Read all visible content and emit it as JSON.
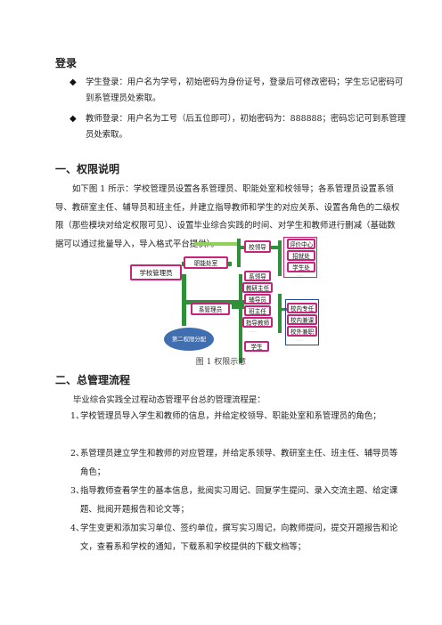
{
  "login": {
    "heading": "登录",
    "bullets": [
      {
        "marker": "◆",
        "text": "学生登录：用户名为学号，初始密码为身份证号，登录后可修改密码；学生忘记密码可到系管理员处索取。"
      },
      {
        "marker": "◆",
        "text": "教师登录：用户名为工号（后五位即可），初始密码为：888888；密码忘记可到系管理员处索取。"
      }
    ]
  },
  "section1": {
    "heading": "一、权限说明",
    "paragraph": "如下图 1 所示：学校管理员设置各系管理员、职能处室和校领导；各系管理员设置系领导、教研室主任、辅导员和班主任，并建立指导教师和学生的对应关系、设置各角色的二级权限（那些模块对给定权限可见）、设置毕业综合实践的时间、对学生和教师进行删减（基础数据可以通过批量导入，导入格式平台提供）。"
  },
  "diagram": {
    "root": "学校管理员",
    "level1": [
      "校领导",
      "职能处室",
      "系管理员"
    ],
    "office_children": [
      "评价中心",
      "招就处",
      "学生处"
    ],
    "dept_children": [
      "系领导",
      "教研主任",
      "辅导员",
      "班主任",
      "指导教师",
      "学生"
    ],
    "teacher_children": [
      "校内专任",
      "校内兼课",
      "校外兼职"
    ],
    "bubble": "第二权限分配",
    "ellipsis": "……",
    "caption": "图 1    权限示意"
  },
  "section2": {
    "heading": "二、总管理流程",
    "intro": "毕业综合实践全过程动态管理平台总的管理流程是：",
    "items": [
      {
        "num": "1、",
        "text": "学校管理员导入学生和教师的信息，并给定校领导、职能处室和系管理员的角色；"
      },
      {
        "num": "2、",
        "text": "系管理员建立学生和教师的对应管理，并给定系领导、教研室主任、班主任、辅导员等角色；"
      },
      {
        "num": "3、",
        "text": "指导教师查看学生的基本信息，批阅实习周记、回复学生提问、录入交流主题、给定课题、批阅开题报告和论文等；"
      },
      {
        "num": "4、",
        "text": "学生变更和添加实习单位、签约单位，撰写实习周记，向教师提问，提交开题报告和论文，查看系和学校的通知，下载系和学校提供的下载文档等；"
      }
    ]
  }
}
